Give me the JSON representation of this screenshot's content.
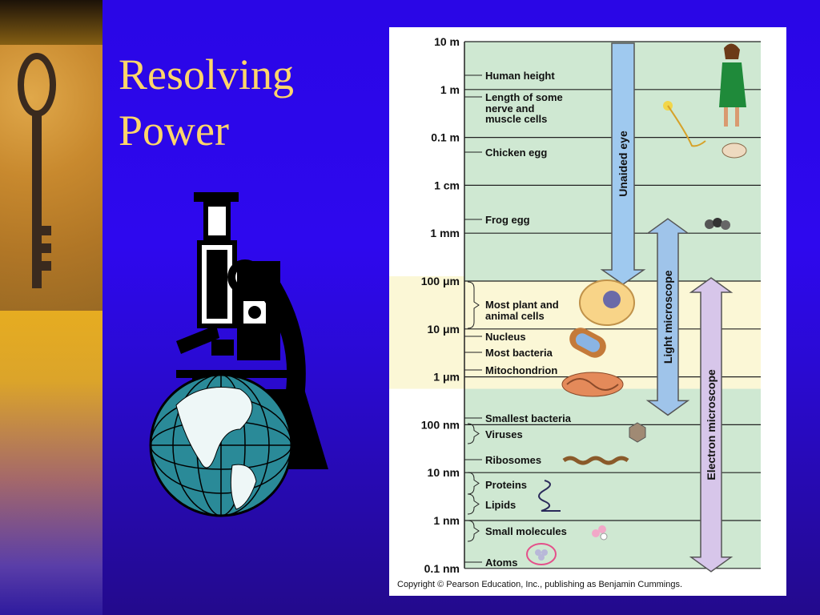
{
  "slide": {
    "title_lines": [
      "Resolving",
      "Power"
    ]
  },
  "chart_data": {
    "type": "table",
    "scale": "log",
    "axis": {
      "labels": [
        "10 m",
        "1 m",
        "0.1 m",
        "1 cm",
        "1 mm",
        "100 μm",
        "10   μm",
        "1  μm",
        "100 nm",
        "10 nm",
        "1 nm",
        "0.1 nm"
      ]
    },
    "items": [
      "Human height",
      "Length of some",
      "nerve and",
      "muscle cells",
      "Chicken egg",
      "Frog egg",
      "Most plant and",
      "animal cells",
      "Nucleus",
      "Most bacteria",
      "Mitochondrion",
      "Smallest bacteria",
      "Viruses",
      "Ribosomes",
      "Proteins",
      "Lipids",
      "Small molecules",
      "Atoms"
    ],
    "ranges": [
      {
        "name": "Unaided eye",
        "from": "10 m",
        "to": "100 μm",
        "color": "#9fc9ef"
      },
      {
        "name": "Light microscope",
        "from": "1 mm",
        "to": "100 nm",
        "color": "#9fc4ea"
      },
      {
        "name": "Electron microscope",
        "from": "100 μm",
        "to": "0.1 nm",
        "color": "#d7c6ea"
      }
    ],
    "colors": {
      "band_green": "#cfe8d2",
      "band_yellow": "#fbf7d6",
      "line": "#222222"
    },
    "copyright": "Copyright © Pearson Education, Inc., publishing as Benjamin Cummings."
  }
}
